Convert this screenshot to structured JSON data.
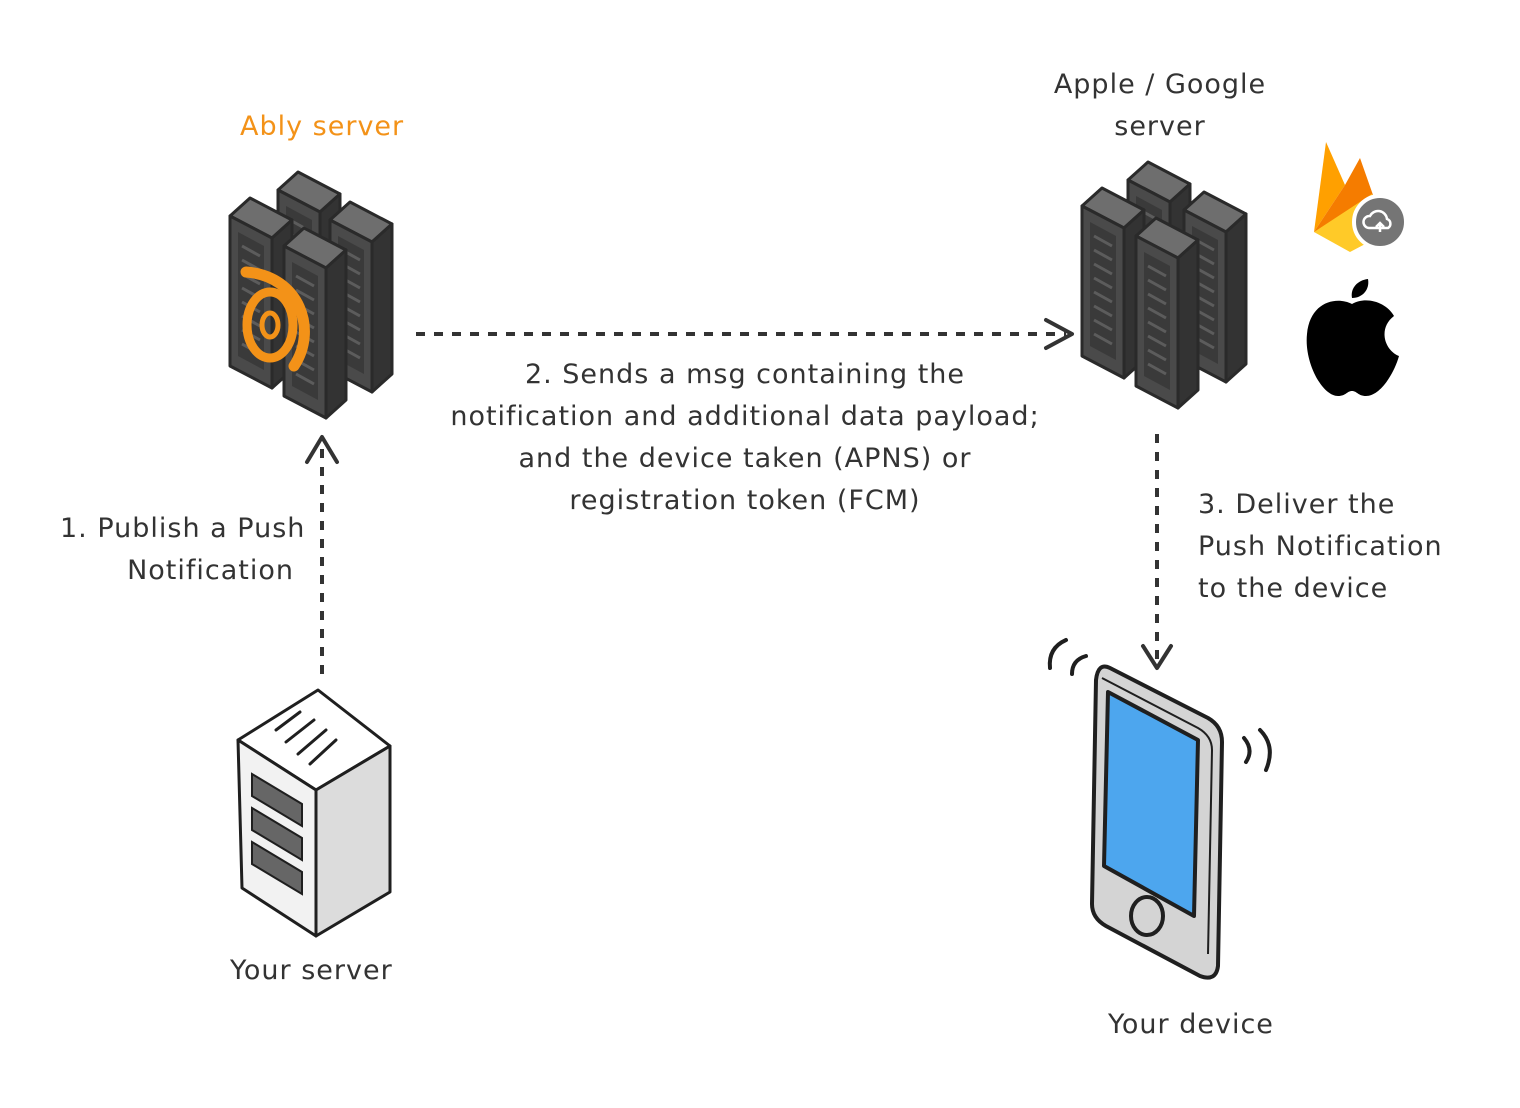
{
  "nodes": {
    "ably_server": {
      "label": "Ably server"
    },
    "apple_google_server": {
      "label_lines": [
        "Apple / Google",
        "server"
      ]
    },
    "your_server": {
      "label": "Your server"
    },
    "your_device": {
      "label": "Your device"
    }
  },
  "edges": {
    "publish": {
      "label_lines": [
        "1. Publish a Push",
        "Notification"
      ]
    },
    "send": {
      "label_lines": [
        "2. Sends a msg containing the",
        "notification and additional data payload;",
        "and the device taken (APNS) or",
        "registration token (FCM)"
      ]
    },
    "deliver": {
      "label_lines": [
        "3. Deliver the",
        "Push Notification",
        "to the device"
      ]
    }
  },
  "icons": [
    "ably-logo-icon",
    "firebase-icon",
    "apple-logo-icon",
    "server-rack-icon",
    "phone-icon"
  ],
  "colors": {
    "accent": "#f39218",
    "text": "#333333",
    "rack_dark": "#4a4a4a",
    "screen_blue": "#4da6ee",
    "line": "#333333"
  }
}
